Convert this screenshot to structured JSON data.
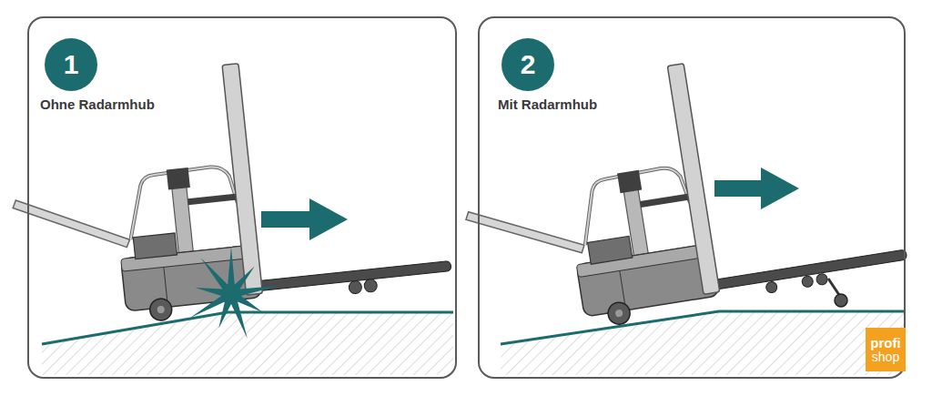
{
  "diagram": {
    "nodes": [
      {
        "text": [
          "Ohne Radarmhub"
        ]
      },
      {
        "text": [
          "1"
        ],
        "in": 0
      },
      {
        "text": [
          "Mit Radarmhub"
        ]
      },
      {
        "text": [
          "2"
        ],
        "in": 2
      },
      {
        "text": [
          "profi",
          "shop"
        ],
        "in": 2
      }
    ]
  }
}
